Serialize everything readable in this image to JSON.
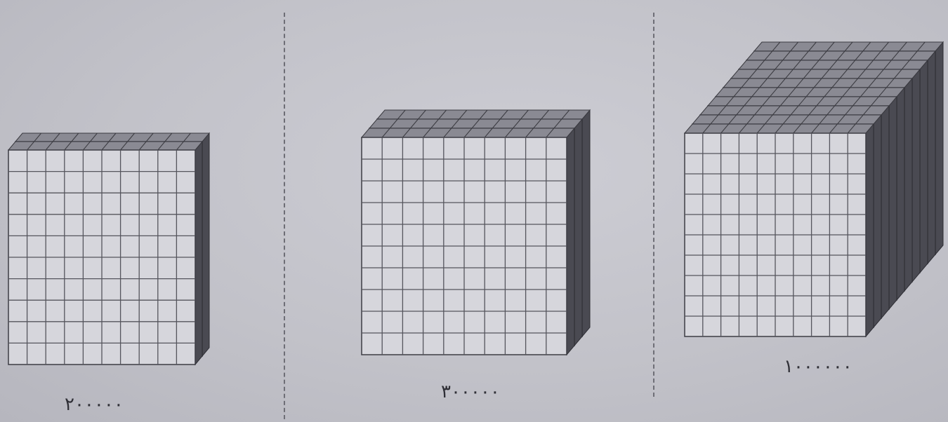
{
  "figures": [
    {
      "label": "۲۰۰۰۰۰",
      "layers": 2
    },
    {
      "label": "۳۰۰۰۰۰",
      "layers": 3
    },
    {
      "label": "۱۰۰۰۰۰۰",
      "layers": 10
    }
  ]
}
